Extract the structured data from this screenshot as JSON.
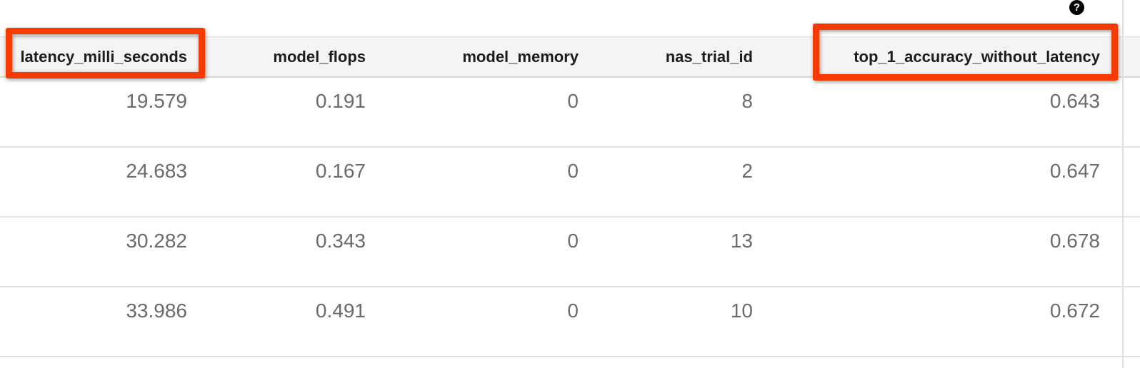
{
  "help_button": {
    "glyph": "?"
  },
  "table": {
    "columns": [
      {
        "key": "latency_milli_seconds",
        "label": "latency_milli_seconds",
        "highlighted": true
      },
      {
        "key": "model_flops",
        "label": "model_flops",
        "highlighted": false
      },
      {
        "key": "model_memory",
        "label": "model_memory",
        "highlighted": false
      },
      {
        "key": "nas_trial_id",
        "label": "nas_trial_id",
        "highlighted": false
      },
      {
        "key": "top_1_accuracy_without_latency",
        "label": "top_1_accuracy_without_latency",
        "highlighted": true
      }
    ],
    "rows": [
      [
        "19.579",
        "0.191",
        "0",
        "8",
        "0.643"
      ],
      [
        "24.683",
        "0.167",
        "0",
        "2",
        "0.647"
      ],
      [
        "30.282",
        "0.343",
        "0",
        "13",
        "0.678"
      ],
      [
        "33.986",
        "0.491",
        "0",
        "10",
        "0.672"
      ]
    ]
  },
  "annotations": {
    "highlight_color": "#f53b00",
    "highlighted_columns": [
      "latency_milli_seconds",
      "top_1_accuracy_without_latency"
    ]
  }
}
